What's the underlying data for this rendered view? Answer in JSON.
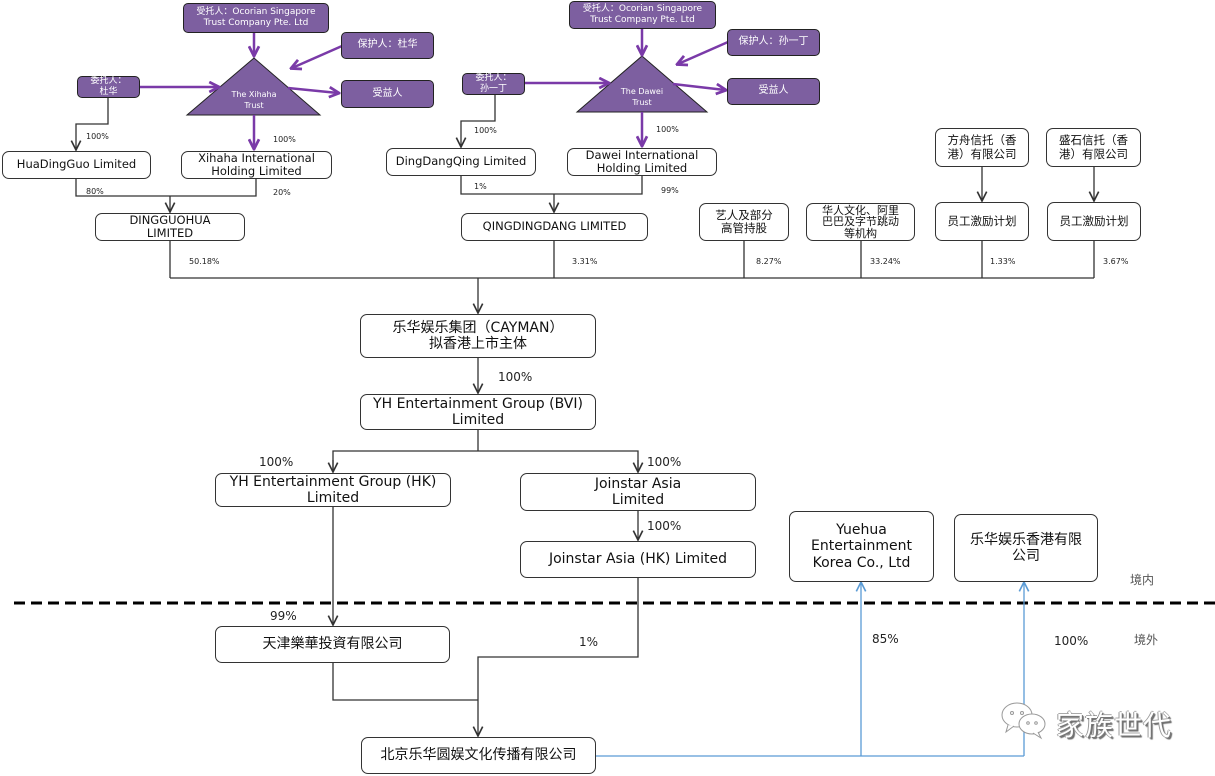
{
  "colors": {
    "trust_purple": "#7d5fa0",
    "trust_arrow": "#7a3aa8",
    "line": "#333333",
    "blue_line": "#5b9bd5"
  },
  "xihaha_trust": {
    "trustee": "受托人：Ocorian Singapore\nTrust Company Pte. Ltd",
    "protector": "保护人：杜华",
    "settlor": "委托人：\n杜华",
    "beneficiary": "受益人",
    "trust_name": "The Xihaha\nTrust"
  },
  "dawei_trust": {
    "trustee": "受托人：Ocorian Singapore\nTrust Company Pte. Ltd",
    "protector": "保护人：孙一丁",
    "settlor": "委托人：\n孙一丁",
    "beneficiary": "受益人",
    "trust_name": "The Dawei\nTrust"
  },
  "entities": {
    "huadingguo": "HuaDingGuo Limited",
    "xihaha_intl": "Xihaha International\nHolding Limited",
    "dingguohua": "DINGGUOHUA\nLIMITED",
    "dingdangqing": "DingDangQing Limited",
    "dawei_intl": "Dawei International\nHolding Limited",
    "qingdingdang": "QINGDINGDANG LIMITED",
    "artists": "艺人及部分\n高管持股",
    "investors": "华人文化、阿里\n巴巴及字节跳动\n等机构",
    "fangzhou_trust": "方舟信托（香\n港）有限公司",
    "shengshi_trust": "盛石信托（香\n港）有限公司",
    "esop1": "员工激励计划",
    "esop2": "员工激励计划",
    "cayman": "乐华娱乐集团（CAYMAN）\n拟香港上市主体",
    "bvi": "YH Entertainment Group (BVI)\nLimited",
    "yh_hk": "YH Entertainment Group (HK)\nLimited",
    "joinstar": "Joinstar Asia\nLimited",
    "joinstar_hk": "Joinstar Asia (HK) Limited",
    "korea": "Yuehua\nEntertainment\nKorea Co., Ltd",
    "yuehua_hk": "乐华娱乐香港有限\n公司",
    "tianjin": "天津樂華投資有限公司",
    "beijing": "北京乐华圆娱文化传播有限公司"
  },
  "percentages": {
    "settlor_to_huadingguo": "100%",
    "xihaha_to_intl": "100%",
    "huadingguo_to_dingguohua": "80%",
    "xihaha_intl_to_dingguohua": "20%",
    "settlor_to_dingdangqing": "100%",
    "dawei_to_intl": "100%",
    "dingdangqing_to_qingdingdang": "1%",
    "dawei_intl_to_qingdingdang": "99%",
    "dingguohua_share": "50.18%",
    "qingdingdang_share": "3.31%",
    "artists_share": "8.27%",
    "investors_share": "33.24%",
    "esop1_share": "1.33%",
    "esop2_share": "3.67%",
    "cayman_to_bvi": "100%",
    "bvi_to_yh_hk": "100%",
    "bvi_to_joinstar": "100%",
    "joinstar_to_hk": "100%",
    "yh_hk_to_tianjin": "99%",
    "joinstar_hk_to_beijing": "1%",
    "beijing_to_korea": "85%",
    "beijing_to_yuehua_hk": "100%"
  },
  "zones": {
    "upper": "境内",
    "lower": "境外"
  },
  "watermark": {
    "text": "家族世代",
    "icon": "wechat-icon"
  }
}
